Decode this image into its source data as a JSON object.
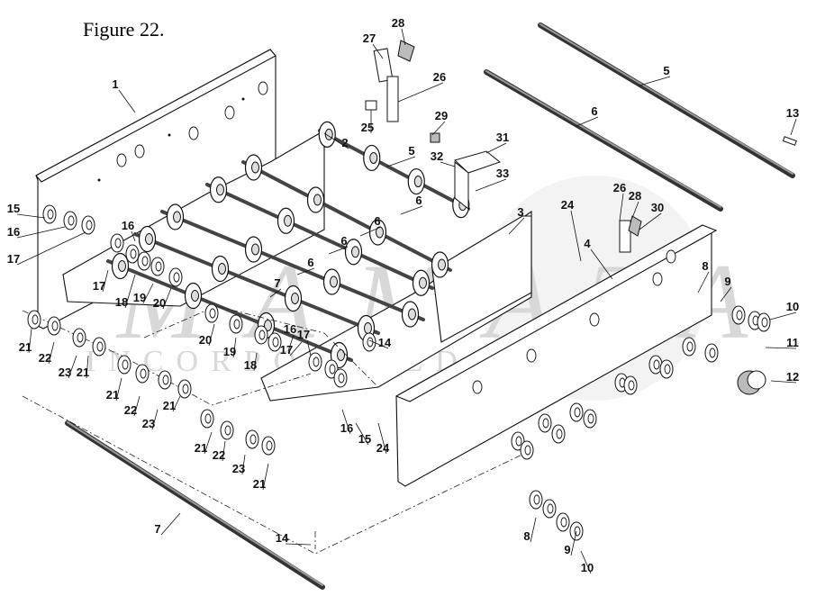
{
  "figure": {
    "title": "Figure 22.",
    "watermark_letters": "MAMATA",
    "watermark_subtitle": "INCORPORATED"
  },
  "callouts": [
    {
      "id": "c1",
      "label": "1",
      "part": "side-frame-left"
    },
    {
      "id": "c2",
      "label": "2",
      "part": "inner-frame"
    },
    {
      "id": "c3",
      "label": "3",
      "part": "inner-frame-right"
    },
    {
      "id": "c4",
      "label": "4",
      "part": "side-frame-right"
    },
    {
      "id": "c5a",
      "label": "5",
      "part": "upper-shaft-installed"
    },
    {
      "id": "c5b",
      "label": "5",
      "part": "upper-shaft-exploded"
    },
    {
      "id": "c6a",
      "label": "6",
      "part": "roller-shaft-exploded"
    },
    {
      "id": "c6b",
      "label": "6",
      "part": "roller-shaft"
    },
    {
      "id": "c6c",
      "label": "6",
      "part": "roller-shaft"
    },
    {
      "id": "c6d",
      "label": "6",
      "part": "roller-shaft"
    },
    {
      "id": "c6e",
      "label": "6",
      "part": "roller-shaft"
    },
    {
      "id": "c7a",
      "label": "7",
      "part": "lower-shaft-installed"
    },
    {
      "id": "c7b",
      "label": "7",
      "part": "lower-shaft-exploded"
    },
    {
      "id": "c8a",
      "label": "8",
      "part": "bearing"
    },
    {
      "id": "c8b",
      "label": "8",
      "part": "bearing"
    },
    {
      "id": "c9a",
      "label": "9",
      "part": "flange"
    },
    {
      "id": "c9b",
      "label": "9",
      "part": "flange"
    },
    {
      "id": "c10a",
      "label": "10",
      "part": "washer-nut-set"
    },
    {
      "id": "c10b",
      "label": "10",
      "part": "washer-nut-set"
    },
    {
      "id": "c11",
      "label": "11",
      "part": "set-screw"
    },
    {
      "id": "c12",
      "label": "12",
      "part": "sprocket"
    },
    {
      "id": "c13",
      "label": "13",
      "part": "key"
    },
    {
      "id": "c14a",
      "label": "14",
      "part": "e-ring"
    },
    {
      "id": "c14b",
      "label": "14",
      "part": "e-ring"
    },
    {
      "id": "c15a",
      "label": "15",
      "part": "retaining-ring"
    },
    {
      "id": "c15b",
      "label": "15",
      "part": "retaining-ring"
    },
    {
      "id": "c16a",
      "label": "16",
      "part": "washer"
    },
    {
      "id": "c16b",
      "label": "16",
      "part": "washer"
    },
    {
      "id": "c16c",
      "label": "16",
      "part": "washer"
    },
    {
      "id": "c16d",
      "label": "16",
      "part": "washer"
    },
    {
      "id": "c17a",
      "label": "17",
      "part": "bushing"
    },
    {
      "id": "c17b",
      "label": "17",
      "part": "bushing"
    },
    {
      "id": "c17c",
      "label": "17",
      "part": "bushing"
    },
    {
      "id": "c17d",
      "label": "17",
      "part": "bushing"
    },
    {
      "id": "c18a",
      "label": "18",
      "part": "snap-ring"
    },
    {
      "id": "c18b",
      "label": "18",
      "part": "snap-ring"
    },
    {
      "id": "c19a",
      "label": "19",
      "part": "disc"
    },
    {
      "id": "c19b",
      "label": "19",
      "part": "disc"
    },
    {
      "id": "c20a",
      "label": "20",
      "part": "hub"
    },
    {
      "id": "c20b",
      "label": "20",
      "part": "hub"
    },
    {
      "id": "c21a",
      "label": "21",
      "part": "circlip"
    },
    {
      "id": "c21b",
      "label": "21",
      "part": "circlip"
    },
    {
      "id": "c21c",
      "label": "21",
      "part": "circlip"
    },
    {
      "id": "c21d",
      "label": "21",
      "part": "circlip"
    },
    {
      "id": "c21e",
      "label": "21",
      "part": "circlip"
    },
    {
      "id": "c21f",
      "label": "21",
      "part": "circlip"
    },
    {
      "id": "c22a",
      "label": "22",
      "part": "collar"
    },
    {
      "id": "c22b",
      "label": "22",
      "part": "collar"
    },
    {
      "id": "c22c",
      "label": "22",
      "part": "collar"
    },
    {
      "id": "c23a",
      "label": "23",
      "part": "roller-wheel"
    },
    {
      "id": "c23b",
      "label": "23",
      "part": "roller-wheel"
    },
    {
      "id": "c23c",
      "label": "23",
      "part": "roller-wheel"
    },
    {
      "id": "c24a",
      "label": "24",
      "part": "bolt"
    },
    {
      "id": "c24b",
      "label": "24",
      "part": "bolt"
    },
    {
      "id": "c25",
      "label": "25",
      "part": "spacer-block"
    },
    {
      "id": "c26a",
      "label": "26",
      "part": "bracket"
    },
    {
      "id": "c26b",
      "label": "26",
      "part": "bracket"
    },
    {
      "id": "c27",
      "label": "27",
      "part": "switch-plate"
    },
    {
      "id": "c28a",
      "label": "28",
      "part": "switch"
    },
    {
      "id": "c28b",
      "label": "28",
      "part": "switch"
    },
    {
      "id": "c29",
      "label": "29",
      "part": "screw"
    },
    {
      "id": "c30",
      "label": "30",
      "part": "actuator"
    },
    {
      "id": "c31",
      "label": "31",
      "part": "cover"
    },
    {
      "id": "c32",
      "label": "32",
      "part": "bracket-guide"
    },
    {
      "id": "c33",
      "label": "33",
      "part": "guide-roller"
    }
  ]
}
